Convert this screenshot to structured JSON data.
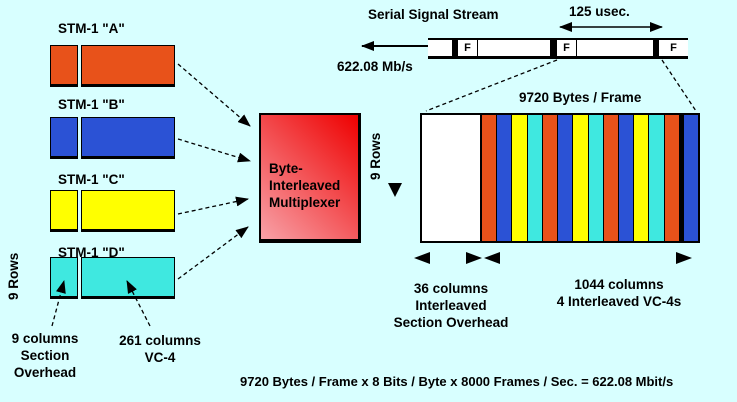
{
  "colors": {
    "background": "#d8ffff",
    "orange": "#e8521a",
    "blue": "#2b52d5",
    "yellow": "#ffff00",
    "cyan": "#3fe8e0",
    "mux_gradient_light": "#f8a2a8",
    "mux_gradient_dark": "#ee0000"
  },
  "stm_inputs": [
    {
      "label": "STM-1 \"A\"",
      "color": "orange"
    },
    {
      "label": "STM-1 \"B\"",
      "color": "blue"
    },
    {
      "label": "STM-1 \"C\"",
      "color": "yellow"
    },
    {
      "label": "STM-1 \"D\"",
      "color": "cyan"
    }
  ],
  "left_axis": {
    "rows_label": "9 Rows"
  },
  "stm_annotations": {
    "overhead": {
      "lines": [
        "9 columns",
        "Section",
        "Overhead"
      ]
    },
    "payload": {
      "lines": [
        "261 columns",
        "VC-4"
      ]
    }
  },
  "multiplexer": {
    "lines": [
      "Byte-",
      "Interleaved",
      "Multiplexer"
    ]
  },
  "serial_stream": {
    "title": "Serial Signal Stream",
    "bit_rate": "622.08 Mb/s",
    "frame_period": "125 usec.",
    "framing_byte": "F"
  },
  "stm4_frame": {
    "title": "9720 Bytes / Frame",
    "rows_label": "9 Rows",
    "stripes": [
      "orange",
      "blue",
      "yellow",
      "cyan",
      "orange",
      "blue",
      "yellow",
      "cyan",
      "orange",
      "blue",
      "yellow",
      "cyan",
      "orange",
      "blue"
    ],
    "overhead": {
      "lines": [
        "36 columns",
        "Interleaved",
        "Section Overhead"
      ]
    },
    "payload": {
      "lines": [
        "1044 columns",
        "4 Interleaved VC-4s"
      ]
    }
  },
  "formula": "9720 Bytes / Frame x 8 Bits / Byte x 8000 Frames / Sec. = 622.08 Mbit/s"
}
